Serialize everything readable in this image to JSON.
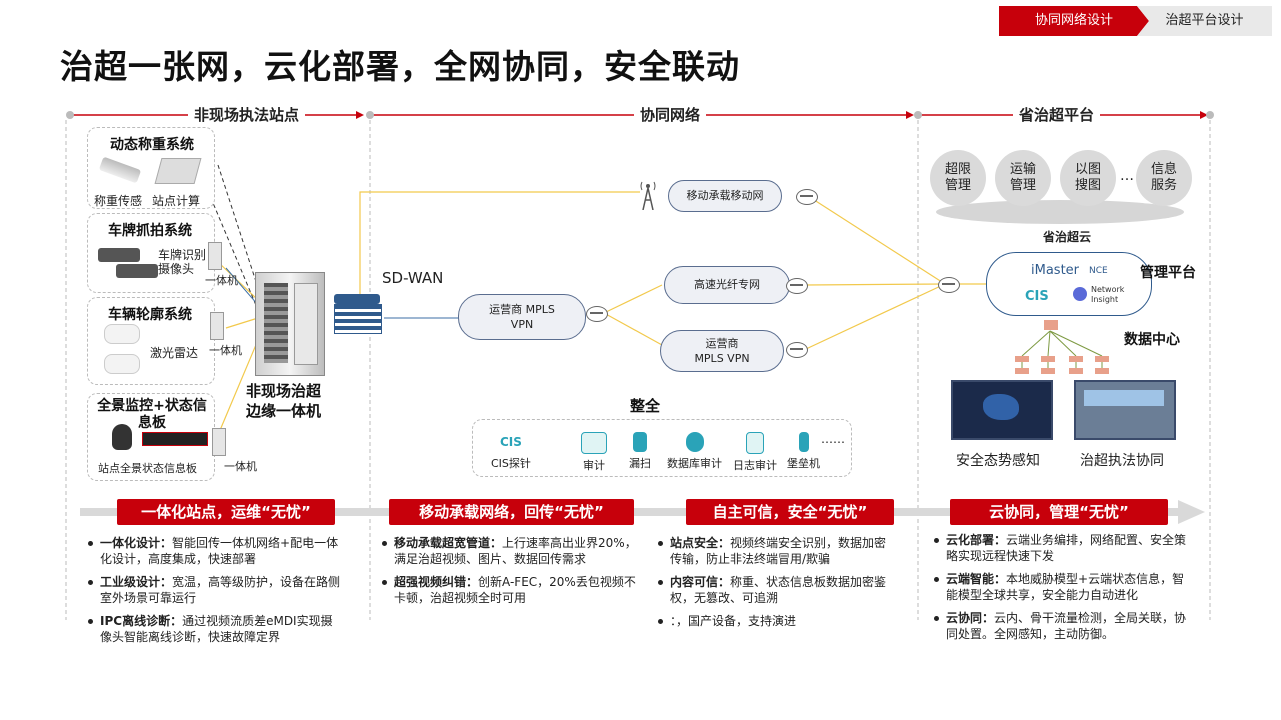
{
  "tabs": [
    "协同网络设计",
    "治超平台设计"
  ],
  "title": "治超一张网，云化部署，全网协同，安全联动",
  "sections": {
    "left": "非现场执法站点",
    "mid": "协同网络",
    "right": "省治超平台"
  },
  "left": {
    "weigh": {
      "title": "动态称重系统",
      "sensor": "称重传感",
      "compute": "站点计算"
    },
    "plate": {
      "title": "车牌抓拍系统",
      "camera": "车牌识别\n摄像头",
      "integrated": "一体机"
    },
    "contour": {
      "title": "车辆轮廓系统",
      "radar": "激光雷达",
      "integrated": "一体机"
    },
    "panorama": {
      "title": "全景监控+状态信\n息板",
      "board": "站点全景状态信息板",
      "integrated": "一体机"
    },
    "edge": "非现场治超\n边缘一体机"
  },
  "mid": {
    "sdwan": "SD-WAN",
    "mpls": "运营商 MPLS\nVPN",
    "mobile": "移动承载移动网",
    "fiber": "高速光纤专网",
    "mpls2": "运营商\nMPLS VPN",
    "security_title": "整全",
    "security_items": [
      "CIS探针",
      "审计",
      "漏扫",
      "数据库审计",
      "日志审计",
      "堡垒机",
      "……"
    ],
    "cis_logo": "CIS"
  },
  "right": {
    "services": [
      "超限\n管理",
      "运输\n管理",
      "以图\n搜图",
      "信息\n服务"
    ],
    "ellipsis": "…",
    "cloud": "省治超云",
    "imaster": "iMaster",
    "nce": "NCE",
    "cis": "CIS",
    "network_insight": "Network\nInsight",
    "mgmt": "管理平台",
    "dc": "数据中心",
    "screen1": "安全态势感知",
    "screen2": "治超执法协同"
  },
  "banners": [
    "一体化站点，运维“无忧”",
    "移动承载网络，回传“无忧”",
    "自主可信，安全“无忧”",
    "云协同，管理“无忧”"
  ],
  "bullets": {
    "c1": [
      {
        "b": "一体化设计：",
        "t": "智能回传一体机网络+配电一体化设计，高度集成，快速部署"
      },
      {
        "b": "工业级设计：",
        "t": "宽温，高等级防护，设备在路侧室外场景可靠运行"
      },
      {
        "b": "IPC离线诊断：",
        "t": "通过视频流质差eMDI实现摄像头智能离线诊断，快速故障定界"
      }
    ],
    "c2": [
      {
        "b": "移动承载超宽管道：",
        "t": "上行速率高出业界20%，满足治超视频、图片、数据回传需求"
      },
      {
        "b": "超强视频纠错：",
        "t": "创新A-FEC，20%丢包视频不卡顿，治超视频全时可用"
      }
    ],
    "c3": [
      {
        "b": "站点安全：",
        "t": "视频终端安全识别，数据加密传输，防止非法终端冒用/欺骗"
      },
      {
        "b": "内容可信：",
        "t": "称重、状态信息板数据加密鉴权，无篡改、可追溯"
      },
      {
        "b": "",
        "t": "：，国产设备，支持演进"
      }
    ],
    "c4": [
      {
        "b": "云化部署：",
        "t": "云端业务编排，网络配置、安全策略实现远程快速下发"
      },
      {
        "b": "云端智能：",
        "t": "本地威胁模型+云端状态信息，智能模型全球共享，安全能力自动进化"
      },
      {
        "b": "云协同：",
        "t": "云内、骨干流量检测，全局关联，协同处置。全网感知，主动防御。"
      }
    ]
  },
  "colors": {
    "accent": "#c7000b",
    "line": "#f2c94c"
  }
}
